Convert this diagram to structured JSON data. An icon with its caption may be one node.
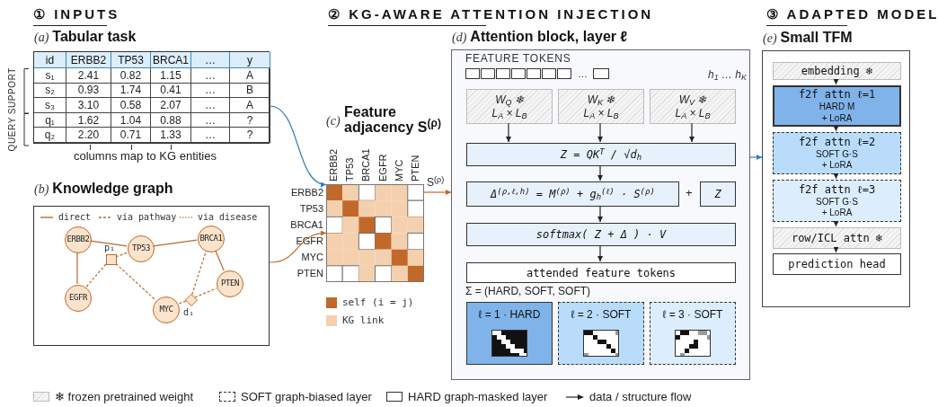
{
  "diagram": {
    "nodes": [
      {
        "text": [
          "(a)",
          "Tabular task"
        ]
      },
      {
        "text": [
          "(b)",
          "Knowledge graph"
        ]
      },
      {
        "text": [
          "ERBB2"
        ],
        "in": 1
      },
      {
        "text": [
          "TP53"
        ],
        "in": 1
      },
      {
        "text": [
          "BRCA1"
        ],
        "in": 1
      },
      {
        "text": [
          "EGFR"
        ],
        "in": 1
      },
      {
        "text": [
          "MYC"
        ],
        "in": 1
      },
      {
        "text": [
          "PTEN"
        ],
        "in": 1
      },
      {
        "text": [],
        "shape": "box",
        "beside": [
          "p₁"
        ],
        "in": 1
      },
      {
        "text": [],
        "shape": "diamond",
        "beside": [
          "d₁"
        ],
        "in": 1
      },
      {
        "text": [],
        "shape": "grid"
      },
      {
        "text": [
          "(d)",
          "Attention block, layer ℓ"
        ]
      },
      {
        "text": [
          "W$_{Q}$ ❄",
          "L$_{A}$ × L$_{B}$"
        ],
        "in": 11
      },
      {
        "text": [
          "W$_{K}$ ❄",
          "L$_{A}$ × L$_{B}$"
        ],
        "in": 11
      },
      {
        "text": [
          "W$_{V}$ ❄",
          "L$_{A}$ × L$_{B}$"
        ],
        "in": 11
      },
      {
        "text": [
          "Z = QK$^{T}$ / √d$_{h}$"
        ],
        "in": 11
      },
      {
        "text": [
          "Δ$^{(ρ,ℓ,h)}$ = M$^{(ρ)}$ + g$_{h}$$^{(ℓ)}$ · S$^{(ρ)}$"
        ],
        "in": 11
      },
      {
        "text": [
          "Z"
        ],
        "in": 11
      },
      {
        "text": [
          "softmax( Z + Δ ) · V"
        ],
        "in": 11
      },
      {
        "text": [
          "attended feature tokens"
        ],
        "in": 11
      },
      {
        "text": [
          "ℓ = 1 · HARD"
        ],
        "in": 11
      },
      {
        "text": [
          "ℓ = 2 · SOFT"
        ],
        "in": 11
      },
      {
        "text": [
          "ℓ = 3 · SOFT"
        ],
        "in": 11
      },
      {
        "text": [
          "(e)",
          "Small TFM"
        ]
      },
      {
        "text": [
          "embedding ❄"
        ],
        "in": 23
      },
      {
        "text": [
          "f2f attn ℓ=1",
          "HARD M",
          "+ LoRA"
        ],
        "in": 23
      },
      {
        "text": [
          "f2f attn ℓ=2",
          "SOFT G·S",
          "+ LoRA"
        ],
        "in": 23
      },
      {
        "text": [
          "f2f attn ℓ=3",
          "SOFT G·S",
          "+ LoRA"
        ],
        "in": 23
      },
      {
        "text": [
          "row/ICL attn ❄"
        ],
        "in": 23
      },
      {
        "text": [
          "prediction head"
        ],
        "in": 23
      }
    ],
    "edges": [
      {
        "from": 0,
        "to": 10,
        "arrow": "to",
        "color": "#2f7fc1"
      },
      {
        "from": 1,
        "to": 10,
        "arrow": "to",
        "color": "#c0692a"
      },
      {
        "from": 10,
        "to": 11,
        "arrow": "to",
        "label": "S$^{(ρ)}$",
        "color": "#c0692a"
      },
      {
        "from": 11,
        "to": 23,
        "arrow": "to",
        "color": "#2f7fc1"
      },
      {
        "from": 12,
        "to": 15,
        "arrow": "to",
        "color": "#222222"
      },
      {
        "from": 13,
        "to": 15,
        "arrow": "to",
        "color": "#222222"
      },
      {
        "from": 14,
        "to": 15,
        "arrow": "to",
        "color": "#222222"
      },
      {
        "from": 15,
        "to": 16,
        "arrow": "to",
        "color": "#222222"
      },
      {
        "from": 16,
        "to": 18,
        "arrow": "to",
        "color": "#222222"
      },
      {
        "from": 18,
        "to": 19,
        "arrow": "to",
        "color": "#222222"
      },
      {
        "from": 24,
        "to": 25,
        "arrow": "to",
        "color": "#222222"
      },
      {
        "from": 25,
        "to": 26,
        "arrow": "to",
        "color": "#222222"
      },
      {
        "from": 26,
        "to": 27,
        "arrow": "to",
        "color": "#222222"
      },
      {
        "from": 27,
        "to": 28,
        "arrow": "to",
        "color": "#222222"
      },
      {
        "from": 28,
        "to": 29,
        "arrow": "to",
        "color": "#222222"
      },
      {
        "from": 2,
        "to": 3,
        "arrow": "none",
        "color": "#c0692a"
      },
      {
        "from": 3,
        "to": 4,
        "arrow": "none",
        "color": "#c0692a"
      },
      {
        "from": 2,
        "to": 5,
        "arrow": "none",
        "color": "#c0692a"
      },
      {
        "from": 4,
        "to": 7,
        "arrow": "none",
        "color": "#c0692a"
      },
      {
        "from": 8,
        "to": 3,
        "arrow": "none",
        "style": "dashed",
        "color": "#c0692a"
      },
      {
        "from": 8,
        "to": 5,
        "arrow": "none",
        "style": "dashed",
        "color": "#c0692a"
      },
      {
        "from": 8,
        "to": 6,
        "arrow": "none",
        "style": "dashed",
        "color": "#c0692a"
      },
      {
        "from": 9,
        "to": 6,
        "arrow": "none",
        "style": "dashed",
        "color": "#c0692a"
      },
      {
        "from": 9,
        "to": 4,
        "arrow": "none",
        "style": "dashed",
        "color": "#c0692a"
      },
      {
        "from": 9,
        "to": 7,
        "arrow": "none",
        "style": "dashed",
        "color": "#c0692a"
      }
    ],
    "labels": [
      "① INPUTS",
      "② KG-AWARE ATTENTION INJECTION",
      "③ ADAPTED MODEL",
      "id",
      "ERBB2",
      "TP53",
      "BRCA1",
      "…",
      "y",
      "s₁",
      "2.41",
      "0.82",
      "1.15",
      "…",
      "A",
      "s₂",
      "0.93",
      "1.74",
      "0.41",
      "…",
      "B",
      "s₃",
      "3.10",
      "0.58",
      "2.07",
      "…",
      "A",
      "q₁",
      "1.62",
      "1.04",
      "0.88",
      "…",
      "?",
      "q₂",
      "2.20",
      "0.71",
      "1.33",
      "…",
      "?",
      "SUPPORT",
      "QUERY",
      "columns map to KG entities",
      "ERBB2",
      "TP53",
      "BRCA1",
      "EGFR",
      "MYC",
      "PTEN",
      "ERBB2",
      "TP53",
      "BRCA1",
      "EGFR",
      "MYC",
      "PTEN",
      "FEATURE TOKENS",
      "…",
      "h$_{1}$ … h$_{K}$",
      "+",
      "Σ = (HARD, SOFT, SOFT)",
      "(c)",
      "Feature adjacency S$^{(ρ)}$"
    ],
    "legend": [
      {
        "text": "direct"
      },
      {
        "text": "via pathway"
      },
      {
        "text": "via disease"
      },
      {
        "text": "self (i = j)",
        "color": "#c0692a"
      },
      {
        "text": "KG link",
        "color": "#f5d0ae"
      },
      {
        "text": "❄ frozen pretrained weight"
      },
      {
        "text": "SOFT graph-biased layer"
      },
      {
        "text": "HARD graph-masked layer"
      },
      {
        "text": "data / structure flow"
      }
    ]
  }
}
